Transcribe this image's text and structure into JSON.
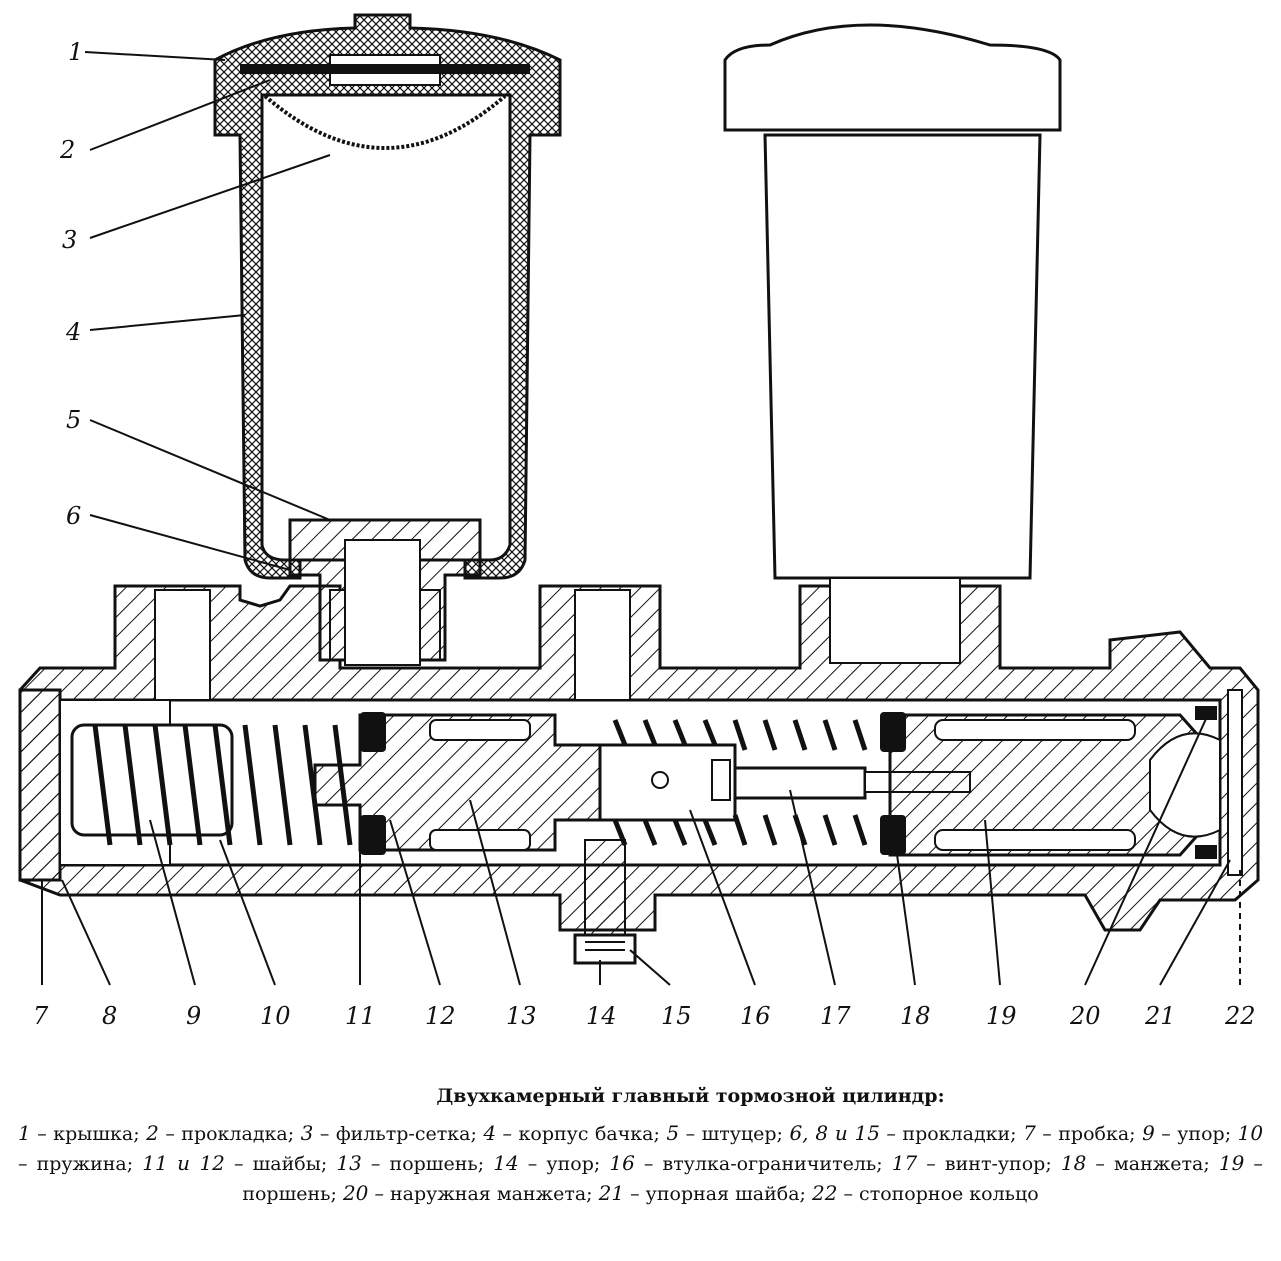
{
  "callouts": [
    "1",
    "2",
    "3",
    "4",
    "5",
    "6",
    "7",
    "8",
    "9",
    "10",
    "11",
    "12",
    "13",
    "14",
    "15",
    "16",
    "17",
    "18",
    "19",
    "20",
    "21",
    "22"
  ],
  "caption": {
    "title": "Двухкамерный главный тормозной цилиндр:",
    "items": [
      {
        "num": "1",
        "text": "крышка;"
      },
      {
        "num": "2",
        "text": "прокладка;"
      },
      {
        "num": "3",
        "text": "фильтр-сетка;"
      },
      {
        "num": "4",
        "text": "корпус бачка;"
      },
      {
        "num": "5",
        "text": "штуцер;"
      },
      {
        "num": "6, 8 и 15",
        "text": "прокладки;"
      },
      {
        "num": "7",
        "text": "пробка;"
      },
      {
        "num": "9",
        "text": "упор;"
      },
      {
        "num": "10",
        "text": "пружина;"
      },
      {
        "num": "11 и 12",
        "text": "шайбы;"
      },
      {
        "num": "13",
        "text": "поршень;"
      },
      {
        "num": "14",
        "text": "упор;"
      },
      {
        "num": "16",
        "text": "втулка-ограничитель;"
      },
      {
        "num": "17",
        "text": "винт-упор;"
      },
      {
        "num": "18",
        "text": "манжета;"
      },
      {
        "num": "19",
        "text": "поршень;"
      },
      {
        "num": "20",
        "text": "наружная манжета;"
      },
      {
        "num": "21",
        "text": "упорная шайба;"
      },
      {
        "num": "22",
        "text": "стопорное кольцо"
      }
    ]
  }
}
